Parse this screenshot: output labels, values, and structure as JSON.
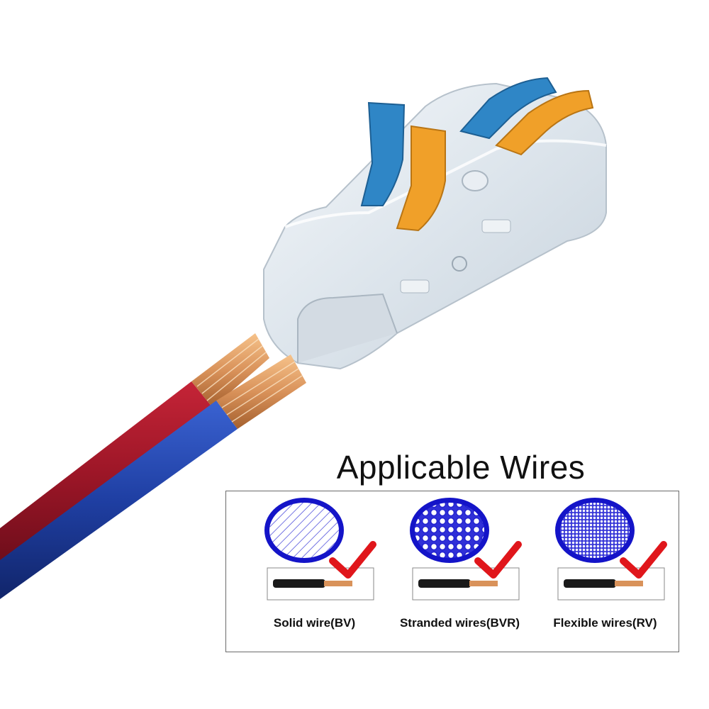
{
  "heading": "Applicable Wires",
  "wire_types": [
    {
      "label": "Solid wire(BV)",
      "icon": "solid-wire-cross-section-icon"
    },
    {
      "label": "Stranded wires(BVR)",
      "icon": "stranded-wire-cross-section-icon"
    },
    {
      "label": "Flexible wires(RV)",
      "icon": "flexible-wire-cross-section-icon"
    }
  ],
  "colors": {
    "connector_body": "#e8eef3",
    "lever_blue": "#2f86c6",
    "lever_orange": "#f0a029",
    "wire_red": "#9c1627",
    "wire_blue": "#1f3fa3",
    "copper": "#d9925a",
    "circle_blue": "#1414c8",
    "check_red": "#e0161b"
  }
}
